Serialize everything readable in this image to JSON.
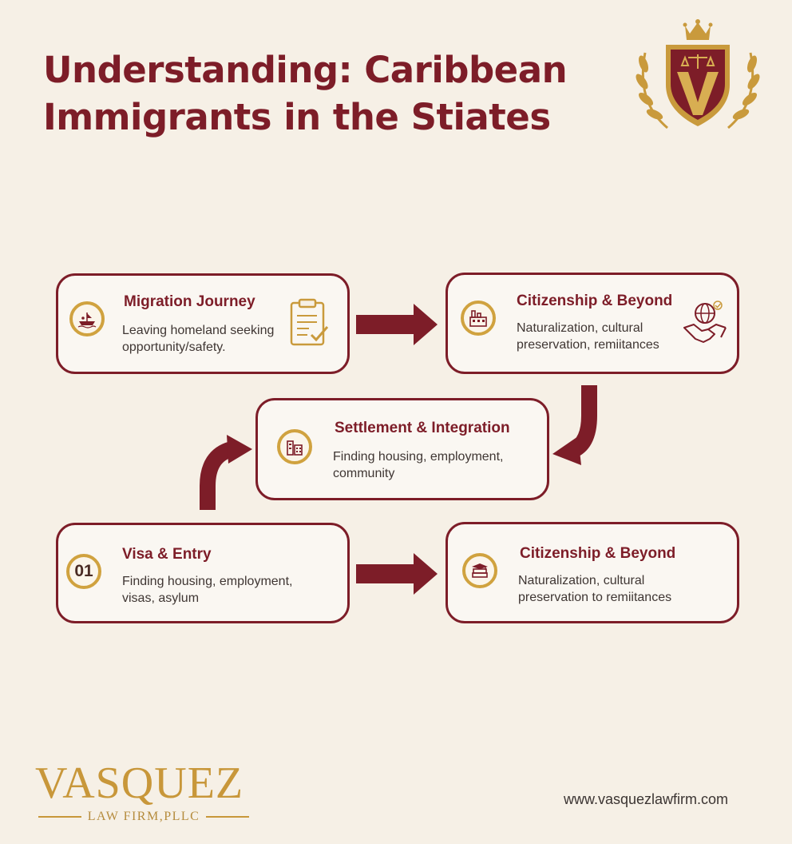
{
  "title": {
    "line1": "Understanding: Caribbean",
    "line2": "Immigrants in the Stiates"
  },
  "steps": [
    {
      "title": "Migration Journey",
      "description": "Leaving homeland seeking opportunity/safety.",
      "badge_icon": "boat-icon",
      "side_icon": "clipboard-check-icon"
    },
    {
      "title": "Citizenship & Beyond",
      "description": "Naturalization, cultural preservation, remiitances",
      "badge_icon": "factory-icon",
      "side_icon": "globe-handshake-icon"
    },
    {
      "title": "Settlement & Integration",
      "description": "Finding housing, employment, community",
      "badge_icon": "city-icon"
    },
    {
      "title": "Visa & Entry",
      "description": "Finding housing, employment, visas, asylum",
      "badge_text": "01"
    },
    {
      "title": "Citizenship & Beyond",
      "description": "Naturalization, cultural preservation to remiitances",
      "badge_icon": "books-icon"
    }
  ],
  "footer": {
    "logo_main": "VASQUEZ",
    "logo_sub": "LAW FIRM,PLLC",
    "url": "www.vasquezlawfirm.com"
  },
  "crest": {
    "letter": "V",
    "icon": "crest-icon"
  },
  "colors": {
    "maroon": "#7d1d28",
    "gold": "#d0a23f",
    "background": "#f6f0e6"
  }
}
